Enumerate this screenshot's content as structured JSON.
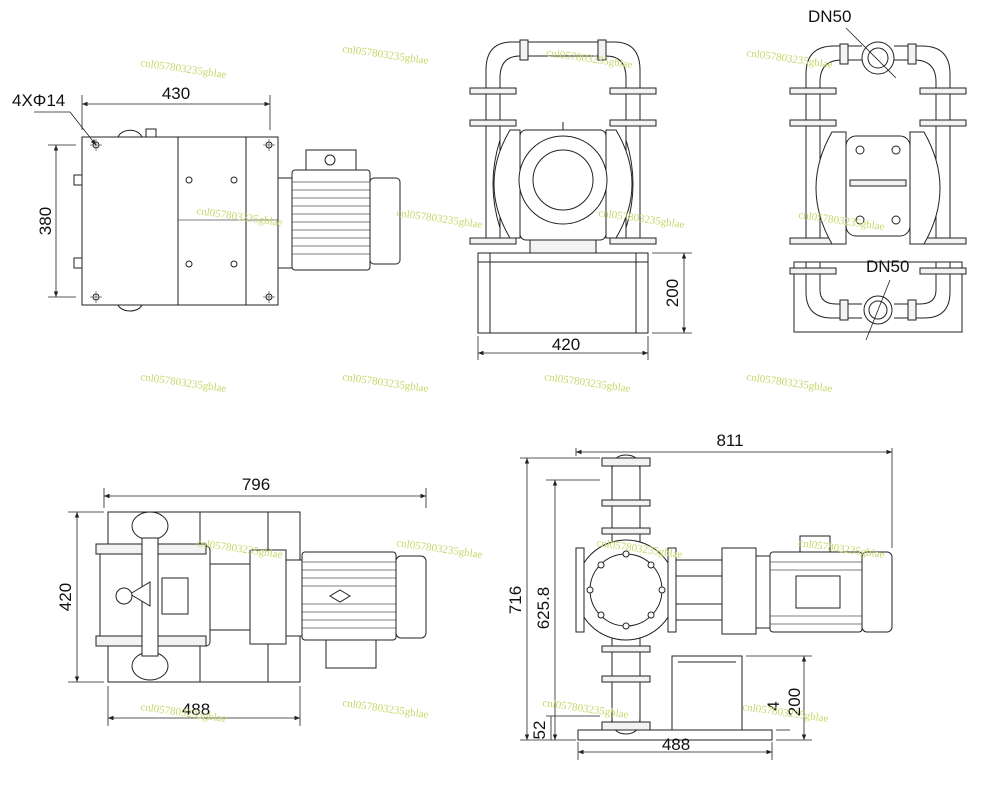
{
  "dimensions": {
    "top_view_width": "430",
    "top_view_height": "380",
    "bolt_holes": "4XΦ14",
    "front_base_height": "200",
    "front_base_width": "420",
    "port_top": "DN50",
    "port_bottom": "DN50",
    "plan_overall_length": "796",
    "plan_width": "420",
    "plan_base_length": "488",
    "side_overall_length": "811",
    "side_total_height": "716",
    "side_outlet_height": "625.8",
    "side_inlet_height": "52",
    "side_base_height": "200",
    "side_base_length": "488",
    "side_small_dim": "4"
  },
  "watermark": {
    "text": "cnl057803235gblae"
  },
  "colors": {
    "line": "#222222",
    "watermark": "#c9d66a",
    "background": "#ffffff"
  }
}
